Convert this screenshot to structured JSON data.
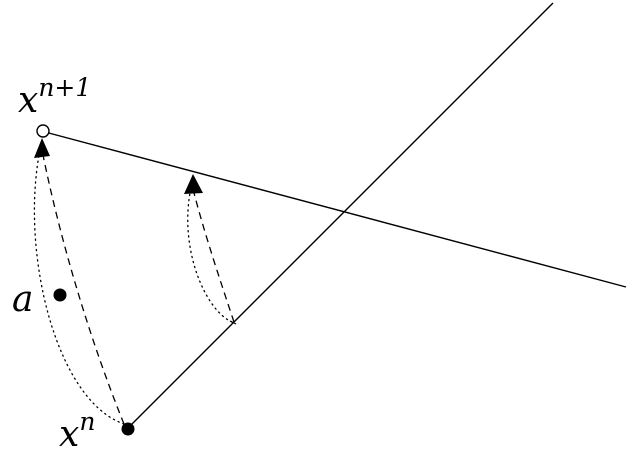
{
  "diagram": {
    "labels": {
      "x_next_base": "x",
      "x_next_sup": "n+1",
      "x_curr_base": "x",
      "x_curr_sup": "n",
      "a": "a"
    },
    "colors": {
      "stroke": "#000000",
      "fill_point": "#000000",
      "background": "#ffffff"
    },
    "point_styles": {
      "x_next": "open-circle",
      "x_curr": "filled-circle",
      "a": "filled-circle"
    },
    "arrow_styles": {
      "outer_pair": [
        "dotted",
        "dashed"
      ],
      "inner_pair": [
        "dotted",
        "dashed"
      ]
    }
  }
}
